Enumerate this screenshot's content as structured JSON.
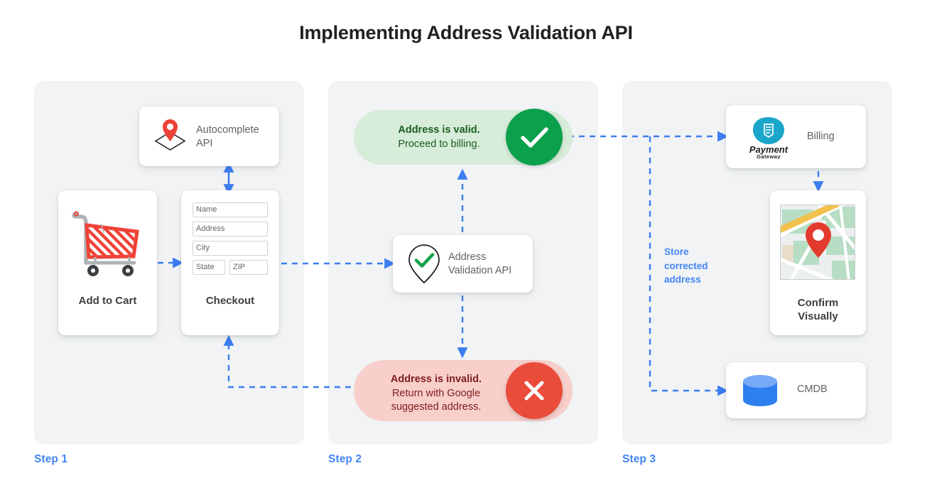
{
  "page": {
    "title": "Implementing Address Validation API",
    "background": "#ffffff",
    "accent_blue": "#4285f4",
    "panel_bg": "#f1f3f4"
  },
  "steps": [
    {
      "label": "Step 1"
    },
    {
      "label": "Step 2"
    },
    {
      "label": "Step 3"
    }
  ],
  "step1": {
    "add_to_cart": {
      "title": "Add to Cart",
      "icon": "shopping-cart-icon"
    },
    "checkout": {
      "title": "Checkout",
      "fields": [
        {
          "name": "name-field",
          "value": "Name"
        },
        {
          "name": "address-field",
          "value": "Address"
        },
        {
          "name": "city-field",
          "value": "City"
        },
        {
          "name": "state-field",
          "value": "State"
        },
        {
          "name": "zip-field",
          "value": "ZIP"
        }
      ]
    },
    "autocomplete": {
      "label": "Autocomplete API",
      "label_line1": "Autocomplete",
      "label_line2": "API",
      "icon": "map-pin-diamond-icon"
    }
  },
  "step2": {
    "validation_api": {
      "label_line1": "Address",
      "label_line2": "Validation API",
      "icon": "map-pin-check-icon"
    },
    "valid": {
      "headline": "Address is valid.",
      "detail": "Proceed to billing.",
      "icon": "check-circle-icon",
      "circle_color": "#0ba04b",
      "pill_color": "#d7ecd9"
    },
    "invalid": {
      "headline": "Address is invalid.",
      "detail_line1": "Return with Google",
      "detail_line2": "suggested address.",
      "icon": "x-circle-icon",
      "circle_color": "#ea4c3b",
      "pill_color": "#f8cfcb"
    }
  },
  "step3": {
    "billing": {
      "label": "Billing",
      "logo_name": "Payment",
      "logo_sub": "Gateway",
      "icon": "payment-gateway-icon"
    },
    "confirm": {
      "title_line1": "Confirm",
      "title_line2": "Visually",
      "icon": "map-thumbnail-icon"
    },
    "cmdb": {
      "label": "CMDB",
      "icon": "database-cylinder-icon"
    },
    "store_note": {
      "line1": "Store",
      "line2": "corrected",
      "line3": "address"
    }
  }
}
